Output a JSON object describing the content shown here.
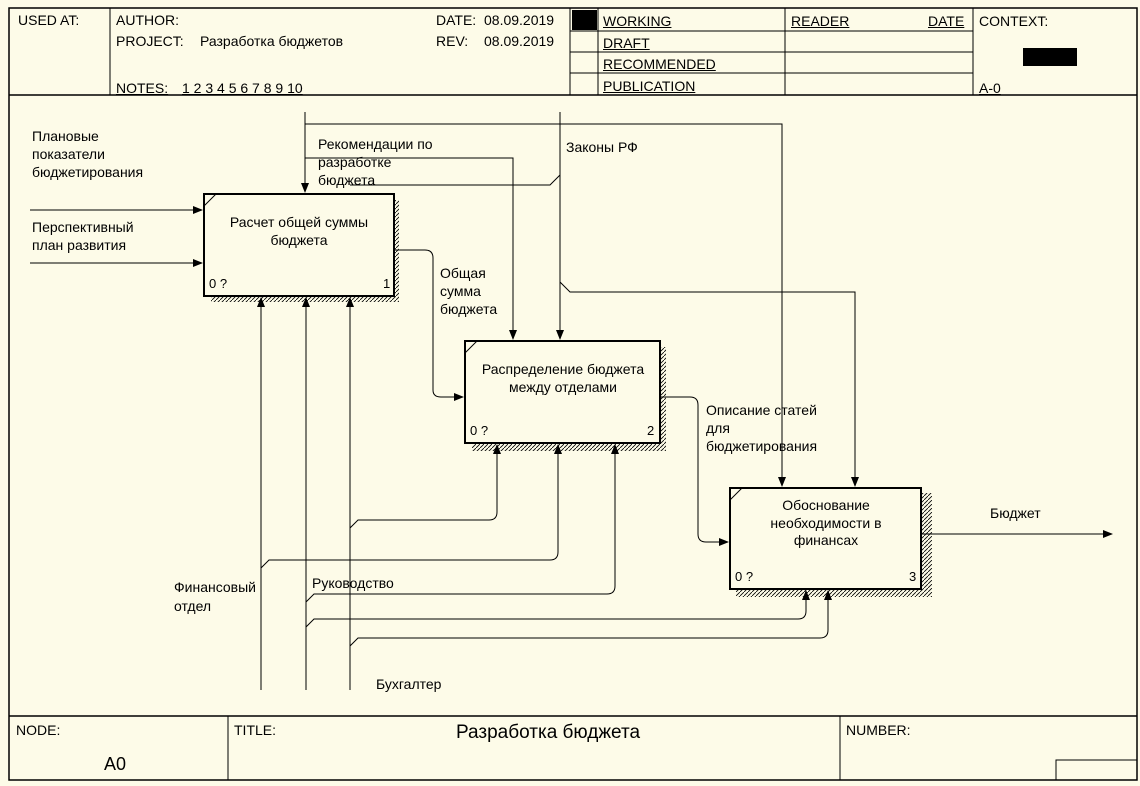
{
  "header": {
    "used_at_label": "USED AT:",
    "author_label": "AUTHOR:",
    "project_label": "PROJECT:",
    "project_value": "Разработка бюджетов",
    "notes_label": "NOTES:",
    "notes_values": "1 2 3 4 5 6 7 8 9 10",
    "date_label": "DATE:",
    "date_value": "08.09.2019",
    "rev_label": "REV:",
    "rev_value": "08.09.2019",
    "status": [
      "WORKING",
      "DRAFT",
      "RECOMMENDED",
      "PUBLICATION"
    ],
    "reader_label": "READER",
    "reader_date_label": "DATE",
    "context_label": "CONTEXT:",
    "context_node": "A-0"
  },
  "boxes": [
    {
      "title": "Расчет общей суммы бюджета",
      "cost": "0 ?",
      "number": "1"
    },
    {
      "title": "Распределение бюджета между отделами",
      "cost": "0 ?",
      "number": "2"
    },
    {
      "title": "Обоснование необходимости в финансах",
      "cost": "0 ?",
      "number": "3"
    }
  ],
  "arrows": {
    "planned": "Плановые показатели бюджетирования",
    "perspective": "Перспективный план развития",
    "recommendations": "Рекомендации по разработке бюджета",
    "laws": "Законы РФ",
    "total": "Общая сумма бюджета",
    "description": "Описание статей для бюджетирования",
    "budget": "Бюджет",
    "finance": "Финансовый отдел",
    "management": "Руководство",
    "accountant": "Бухгалтер"
  },
  "footer": {
    "node_label": "NODE:",
    "node_value": "A0",
    "title_label": "TITLE:",
    "title_value": "Разработка бюджета",
    "number_label": "NUMBER:"
  },
  "colors": {
    "background": "#fdfbe8",
    "ink": "#000000"
  }
}
